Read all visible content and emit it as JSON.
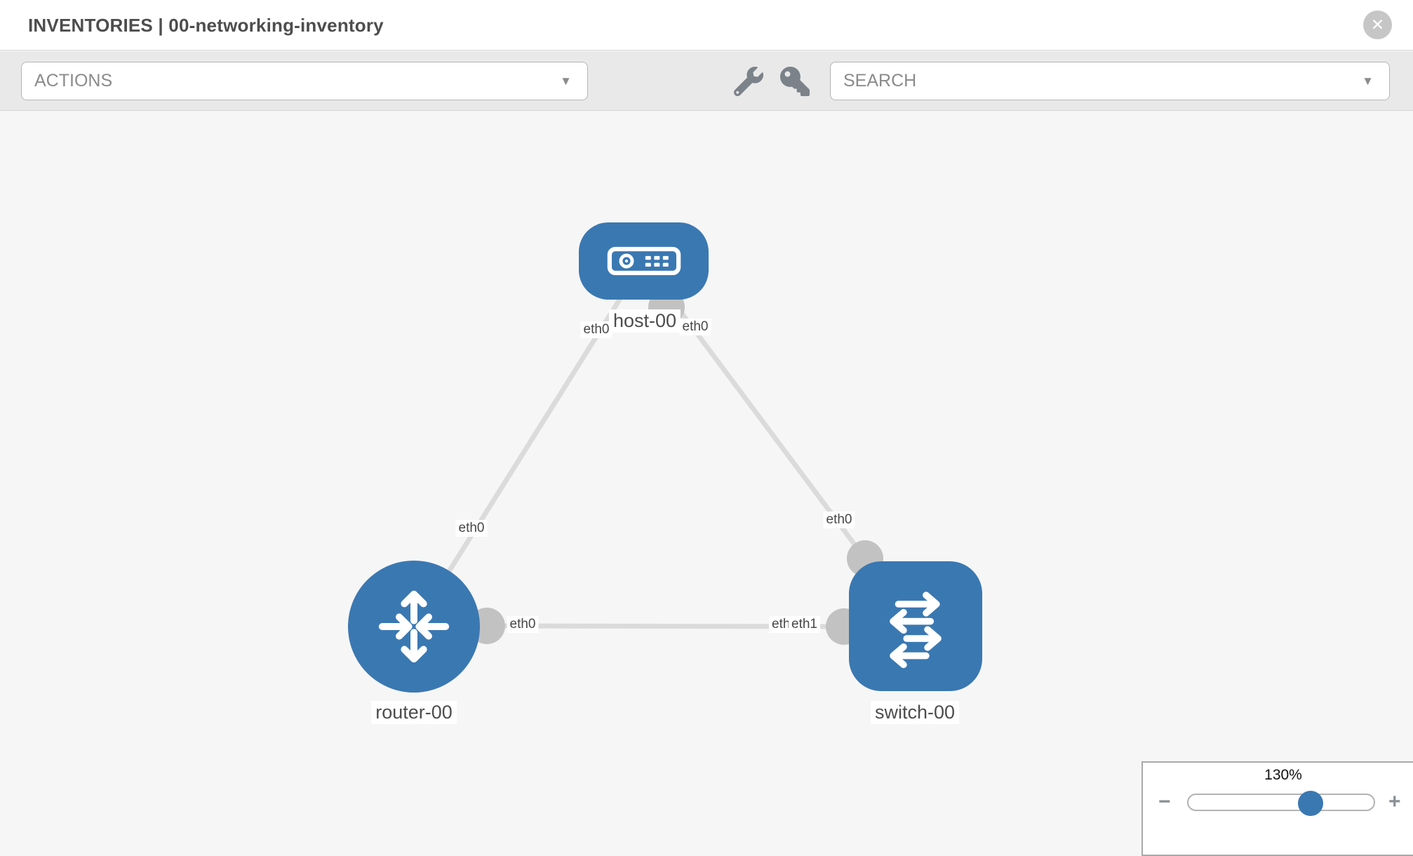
{
  "header": {
    "title": "INVENTORIES | 00-networking-inventory",
    "close_glyph": "✕"
  },
  "toolbar": {
    "actions_label": "ACTIONS",
    "search_placeholder": "SEARCH",
    "dropdown_arrow": "▼",
    "icons": [
      "wrench-icon",
      "key-icon"
    ]
  },
  "topology": {
    "nodes": [
      {
        "id": "host-00",
        "type": "host",
        "label": "host-00"
      },
      {
        "id": "router-00",
        "type": "router",
        "label": "router-00"
      },
      {
        "id": "switch-00",
        "type": "switch",
        "label": "switch-00"
      }
    ],
    "links": [
      {
        "from": "host-00",
        "to": "router-00",
        "from_port": "eth0",
        "to_port": "eth0"
      },
      {
        "from": "host-00",
        "to": "switch-00",
        "from_port": "eth0",
        "to_port": "eth0"
      },
      {
        "from": "router-00",
        "to": "switch-00",
        "from_port": "eth0",
        "to_port": "eth1"
      }
    ],
    "interface_labels": {
      "host_left": "eth0",
      "host_right": "eth0",
      "link_host_router": "eth0",
      "link_host_switch": "eth0",
      "router_right": "eth0",
      "switch_mid_under": "eth0",
      "switch_mid_over": "eth1"
    }
  },
  "zoom_control": {
    "level": "130%",
    "minus_glyph": "−",
    "plus_glyph": "+"
  },
  "colors": {
    "node_blue": "#3a78b2",
    "link_gray": "#dbdbdb",
    "port_gray": "#c2c2c2",
    "toolbar_bg": "#e9e9e9",
    "icon_gray": "#7b828a"
  }
}
